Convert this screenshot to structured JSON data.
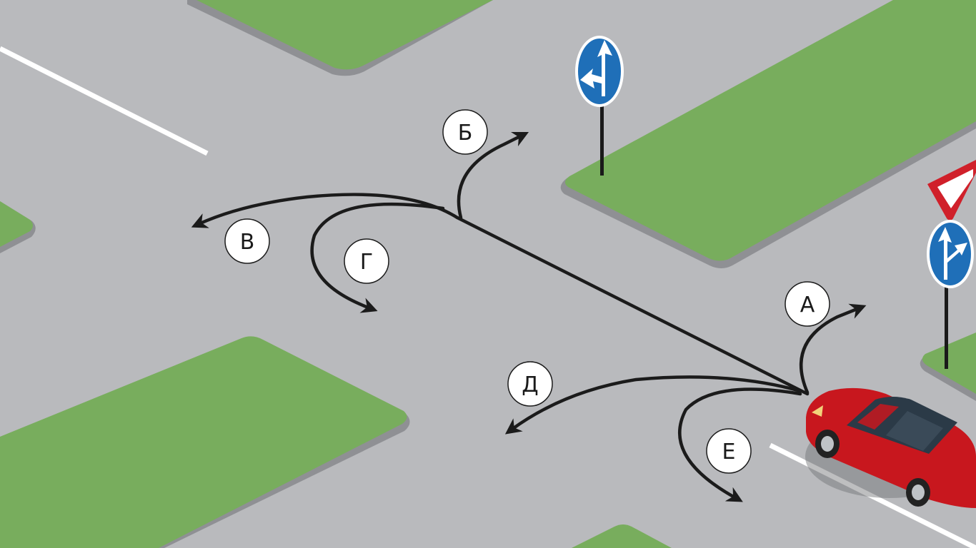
{
  "diagram": {
    "route_labels": {
      "a": "А",
      "b": "Б",
      "v": "В",
      "g": "Г",
      "d": "Д",
      "e": "Е"
    },
    "colors": {
      "road": "#b9babd",
      "grass": "#78ad5d",
      "curb": "#8f9094",
      "marking": "#ffffff",
      "route_arrow": "#1b1b1b",
      "sign_blue": "#1f6fb8",
      "sign_red": "#d0202a",
      "car_body": "#c8171e"
    },
    "signs": [
      {
        "name": "straight-or-left-sign"
      },
      {
        "name": "straight-or-right-sign"
      },
      {
        "name": "yield-sign"
      }
    ]
  }
}
